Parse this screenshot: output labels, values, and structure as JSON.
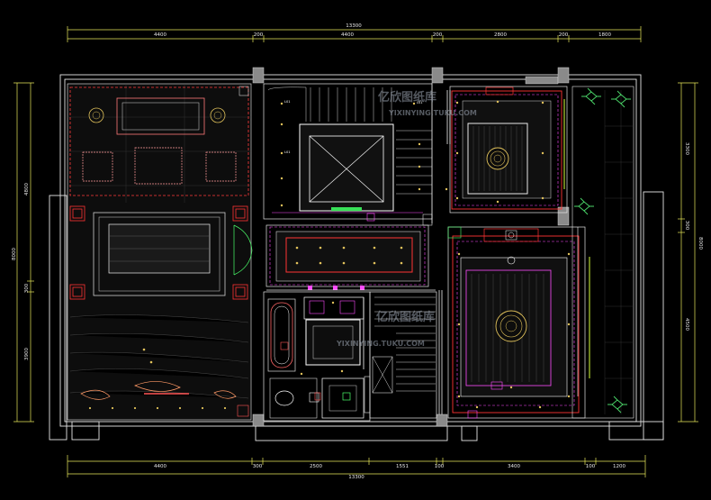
{
  "dims": {
    "top_total": "13300",
    "top": [
      "4400",
      "200",
      "4400",
      "200",
      "2800",
      "200",
      "1800"
    ],
    "bottom": [
      "4400",
      "300",
      "2500",
      "1551",
      "100",
      "3400",
      "100",
      "1200"
    ],
    "bottom_total": "13300",
    "left_total": "8000",
    "left": [
      "4800",
      "300",
      "3900"
    ],
    "right": [
      "3300",
      "300",
      "4500"
    ],
    "right_total": "8000"
  },
  "light_tags": [
    "L01",
    "L01",
    "L01"
  ],
  "watermark": {
    "cn": "亿欣图纸库",
    "en": "YIXINYING.TUKU.COM"
  },
  "colors": {
    "background": "#000000",
    "dimension": "#e8e85a",
    "wall": "#e6e6e6",
    "ceiling_red": "#ff3333",
    "ceiling_magenta": "#ff4cff",
    "fixture_yellow": "#e1c25b",
    "door_green": "#4bff6a",
    "plant_green": "#4bd96a"
  }
}
